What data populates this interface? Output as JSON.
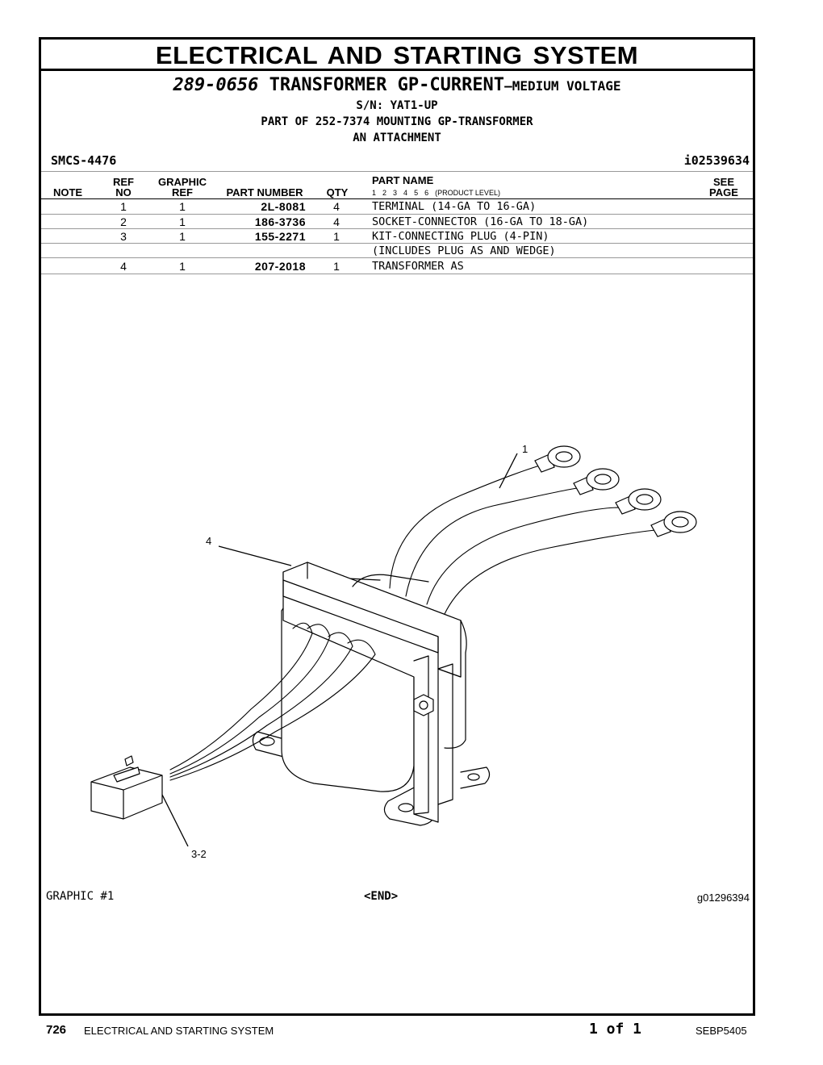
{
  "header": {
    "title": "ELECTRICAL AND STARTING SYSTEM",
    "group_number": "289-0656",
    "group_name": "TRANSFORMER GP-CURRENT",
    "group_qualifier": "—MEDIUM VOLTAGE",
    "serial": "S/N: YAT1-UP",
    "part_of": "PART OF 252-7374 MOUNTING GP-TRANSFORMER",
    "attachment": "AN ATTACHMENT",
    "smcs": "SMCS-4476",
    "illustration_id": "i02539634"
  },
  "table": {
    "headers": {
      "note": "NOTE",
      "ref_top": "REF",
      "ref_bottom": "NO",
      "graphic_top": "GRAPHIC",
      "graphic_bottom": "REF",
      "part_number": "PART NUMBER",
      "qty": "QTY",
      "part_name": "PART NAME",
      "levels": [
        "1",
        "2",
        "3",
        "4",
        "5",
        "6"
      ],
      "levels_label": "(PRODUCT LEVEL)",
      "see_top": "SEE",
      "see_bottom": "PAGE"
    },
    "rows": [
      {
        "ref": "1",
        "graphic_ref": "1",
        "part_number": "2L-8081",
        "qty": "4",
        "name": "TERMINAL (14-GA TO 16-GA)"
      },
      {
        "ref": "2",
        "graphic_ref": "1",
        "part_number": "186-3736",
        "qty": "4",
        "name": "SOCKET-CONNECTOR (16-GA TO 18-GA)"
      },
      {
        "ref": "3",
        "graphic_ref": "1",
        "part_number": "155-2271",
        "qty": "1",
        "name": "KIT-CONNECTING PLUG (4-PIN)"
      },
      {
        "ref": "",
        "graphic_ref": "",
        "part_number": "",
        "qty": "",
        "name": "(INCLUDES PLUG AS AND WEDGE)"
      },
      {
        "ref": "4",
        "graphic_ref": "1",
        "part_number": "207-2018",
        "qty": "1",
        "name": "TRANSFORMER AS"
      }
    ]
  },
  "drawing": {
    "callouts": {
      "terminal": "1",
      "transformer": "4",
      "plug": "3-2"
    }
  },
  "graphic_footer": {
    "label": "GRAPHIC #1",
    "end": "<END>",
    "graphic_id": "g01296394"
  },
  "page_footer": {
    "page_number": "726",
    "section": "ELECTRICAL AND STARTING SYSTEM",
    "page_count": "1 of 1",
    "doc_id": "SEBP5405"
  }
}
